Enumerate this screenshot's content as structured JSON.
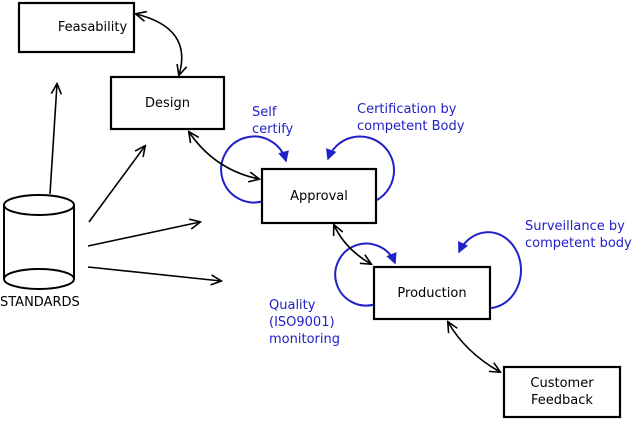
{
  "colors": {
    "background": "#ffffff",
    "line": "#000000",
    "annotation": "#2121c8"
  },
  "nodes": {
    "feasability": {
      "label": "Feasability"
    },
    "design": {
      "label": "Design"
    },
    "approval": {
      "label": "Approval"
    },
    "production": {
      "label": "Production"
    },
    "customer_feedback": {
      "line1": "Customer",
      "line2": "Feedback"
    }
  },
  "datastore": {
    "label": "STANDARDS"
  },
  "annotations": {
    "self_certify": {
      "line1": "Self",
      "line2": "certify"
    },
    "certification": {
      "line1": "Certification by",
      "line2": "competent Body"
    },
    "surveillance": {
      "line1": "Surveillance by",
      "line2": "competent body"
    },
    "quality": {
      "line1": "Quality",
      "line2": "(ISO9001)",
      "line3": "monitoring"
    }
  }
}
